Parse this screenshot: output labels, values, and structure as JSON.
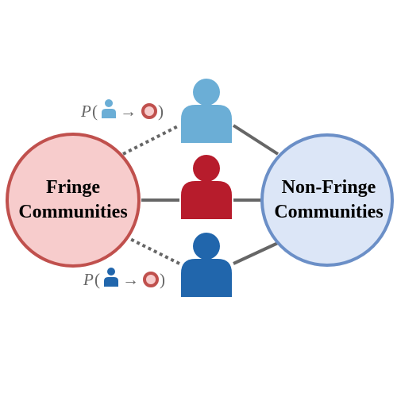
{
  "nodes": {
    "fringe": {
      "line1": "Fringe",
      "line2": "Communities",
      "fill": "#f7cccc",
      "stroke": "#c0504d"
    },
    "non_fringe": {
      "line1": "Non-Fringe",
      "line2": "Communities",
      "fill": "#dce6f7",
      "stroke": "#6b8fc7"
    }
  },
  "users": {
    "top": {
      "color": "#6baed6"
    },
    "middle": {
      "color": "#b71c2c"
    },
    "bottom": {
      "color": "#2166ac"
    }
  },
  "annotations": {
    "top": {
      "p": "P",
      "open": "(",
      "arrow": "→",
      "close": ")"
    },
    "bottom": {
      "p": "P",
      "open": "(",
      "arrow": "→",
      "close": ")"
    }
  },
  "colors": {
    "edge": "#666666",
    "target_ring": "#c0504d",
    "target_fill": "#f7cccc"
  }
}
